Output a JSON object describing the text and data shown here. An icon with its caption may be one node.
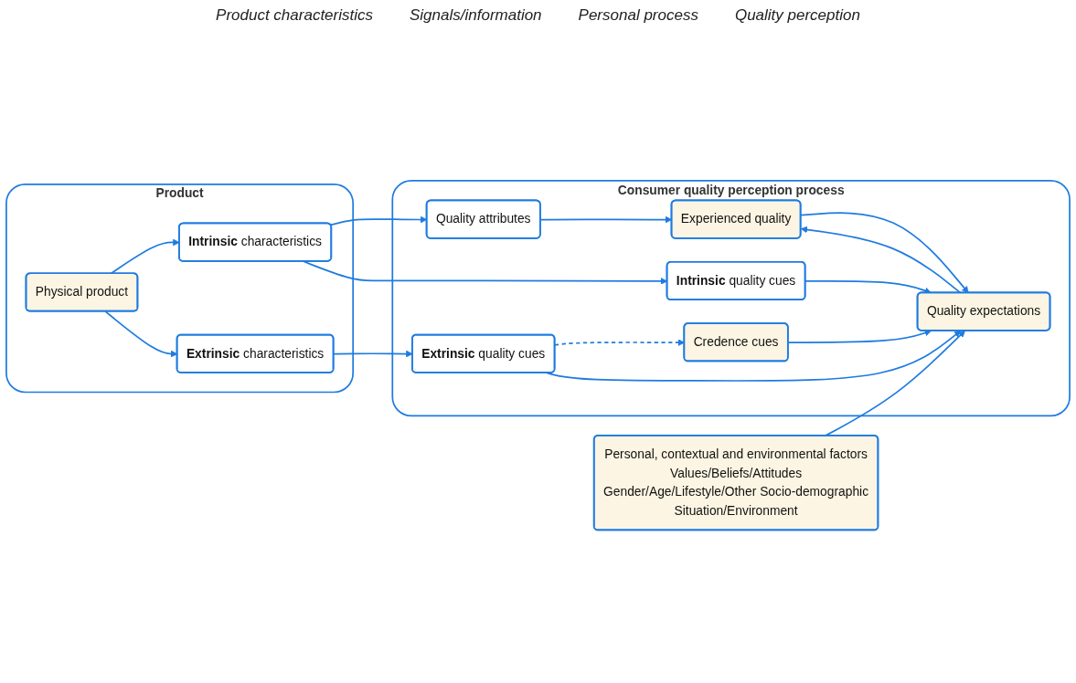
{
  "diagram": {
    "nodes": [
      {
        "text": [
          "Product"
        ]
      },
      {
        "text": [
          "Physical product"
        ],
        "in": 0
      },
      {
        "text": [
          "**Intrinsic** characteristics"
        ],
        "in": 0
      },
      {
        "text": [
          "**Extrinsic** characteristics"
        ],
        "in": 0
      },
      {
        "text": [
          "Consumer quality perception process"
        ]
      },
      {
        "text": [
          "Quality attributes"
        ],
        "in": 4
      },
      {
        "text": [
          "**Intrinsic** quality cues"
        ],
        "in": 4
      },
      {
        "text": [
          "**Extrinsic** quality cues"
        ],
        "in": 4
      },
      {
        "text": [
          "Credence cues"
        ],
        "in": 4
      },
      {
        "text": [
          "Quality expectations"
        ],
        "in": 4
      },
      {
        "text": [
          "Experienced quality"
        ],
        "in": 4
      },
      {
        "text": [
          "Personal, contextual and environmental factors",
          "Values/Beliefs/Attitudes",
          "Gender/Age/Lifestyle/Other Socio-demographic",
          "Situation/Environment"
        ]
      }
    ],
    "edges": [
      {
        "from": 1,
        "to": 2,
        "arrow": "to"
      },
      {
        "from": 1,
        "to": 3,
        "arrow": "to"
      },
      {
        "from": 2,
        "to": 5,
        "arrow": "to"
      },
      {
        "from": 2,
        "to": 6,
        "arrow": "to"
      },
      {
        "from": 3,
        "to": 7,
        "arrow": "to"
      },
      {
        "from": 7,
        "to": 8,
        "arrow": "to",
        "style": "dashed"
      },
      {
        "from": 5,
        "to": 10,
        "arrow": "to"
      },
      {
        "from": 6,
        "to": 9,
        "arrow": "to"
      },
      {
        "from": 7,
        "to": 9,
        "arrow": "to"
      },
      {
        "from": 8,
        "to": 9,
        "arrow": "to"
      },
      {
        "from": 9,
        "to": 10,
        "arrow": "to"
      },
      {
        "from": 10,
        "to": 9,
        "arrow": "to"
      },
      {
        "from": 11,
        "to": 9,
        "arrow": "to"
      }
    ],
    "labels": [
      "Product characteristics",
      "Signals/information",
      "Personal process",
      "Quality perception"
    ]
  }
}
